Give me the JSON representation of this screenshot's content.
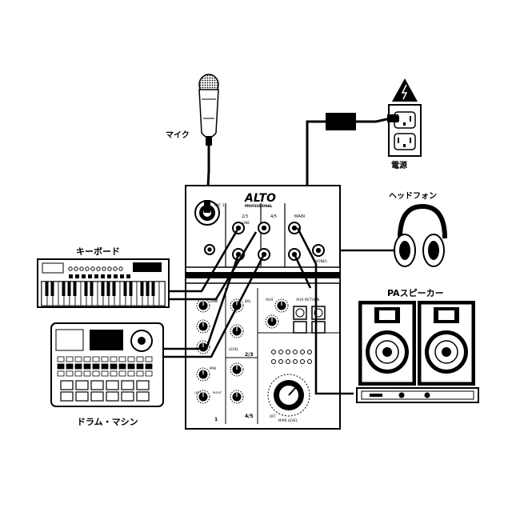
{
  "labels": {
    "mic": "マイク",
    "keyboard": "キーボード",
    "drum_machine": "ドラム・マシン",
    "power": "電源",
    "headphones": "ヘッドフォン",
    "pa_speakers": "PAスピーカー"
  },
  "mixer": {
    "brand": "ALTO",
    "sub_brand": "PROFESSIONAL",
    "mic_label": "MIC 1",
    "section_23": "2/3",
    "section_45": "4/5",
    "section_main": "MAIN",
    "line_label": "LINE",
    "phones_label": "PHONES",
    "gain_label": "GAIN",
    "level_label": "LEVEL",
    "bal_label": "BAL",
    "aux_label": "AUX",
    "aux_return_label": "AUX RETURN",
    "pan_label": "PAN",
    "channel_1": "1",
    "channel_23": "2/3",
    "channel_45": "4/5",
    "main_level_label": "MAIN LEVEL",
    "off_label": "OFF",
    "left_label": "LEFT",
    "right_label": "RIGHT"
  }
}
